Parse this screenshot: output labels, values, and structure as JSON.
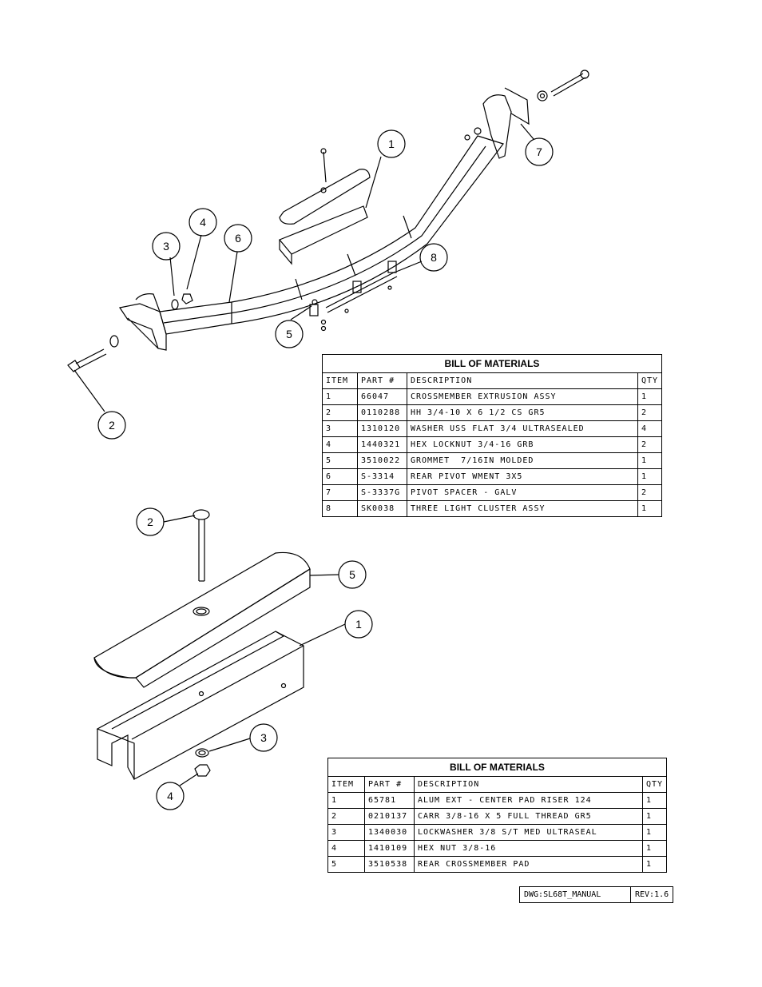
{
  "balloons_top": [
    "1",
    "2",
    "3",
    "4",
    "5",
    "6",
    "7",
    "8"
  ],
  "balloons_bottom": [
    "1",
    "2",
    "3",
    "4",
    "5"
  ],
  "bom_top": {
    "title": "BILL OF MATERIALS",
    "headers": {
      "item": "ITEM",
      "part": "PART #",
      "description": "DESCRIPTION",
      "qty": "QTY"
    },
    "rows": [
      {
        "item": "1",
        "part": "66047",
        "description": "CROSSMEMBER EXTRUSION ASSY",
        "qty": "1"
      },
      {
        "item": "2",
        "part": "0110288",
        "description": "HH 3/4-10 X 6 1/2 CS GR5",
        "qty": "2"
      },
      {
        "item": "3",
        "part": "1310120",
        "description": "WASHER USS FLAT 3/4 ULTRASEALED",
        "qty": "4"
      },
      {
        "item": "4",
        "part": "1440321",
        "description": "HEX LOCKNUT 3/4-16 GRB",
        "qty": "2"
      },
      {
        "item": "5",
        "part": "3510022",
        "description": "GROMMET  7/16IN MOLDED",
        "qty": "1"
      },
      {
        "item": "6",
        "part": "S-3314",
        "description": "REAR PIVOT WMENT 3X5",
        "qty": "1"
      },
      {
        "item": "7",
        "part": "S-3337G",
        "description": "PIVOT SPACER - GALV",
        "qty": "2"
      },
      {
        "item": "8",
        "part": "SK0038",
        "description": "THREE LIGHT CLUSTER ASSY",
        "qty": "1"
      }
    ]
  },
  "bom_bottom": {
    "title": "BILL OF MATERIALS",
    "headers": {
      "item": "ITEM",
      "part": "PART #",
      "description": "DESCRIPTION",
      "qty": "QTY"
    },
    "rows": [
      {
        "item": "1",
        "part": "65781",
        "description": "ALUM EXT - CENTER PAD RISER 124",
        "qty": "1"
      },
      {
        "item": "2",
        "part": "0210137",
        "description": "CARR 3/8-16 X 5 FULL THREAD GR5",
        "qty": "1"
      },
      {
        "item": "3",
        "part": "1340030",
        "description": "LOCKWASHER 3/8 S/T MED ULTRASEAL",
        "qty": "1"
      },
      {
        "item": "4",
        "part": "1410109",
        "description": "HEX NUT 3/8-16",
        "qty": "1"
      },
      {
        "item": "5",
        "part": "3510538",
        "description": "REAR CROSSMEMBER PAD",
        "qty": "1"
      }
    ]
  },
  "title_block": {
    "drawing": "DWG:SL68T_MANUAL",
    "revision": "REV:1.6"
  }
}
